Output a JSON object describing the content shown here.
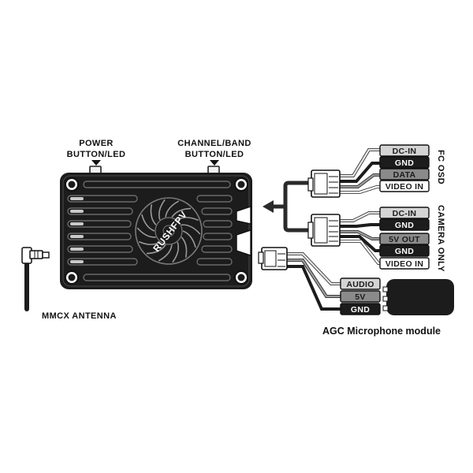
{
  "labels": {
    "power_line1": "POWER",
    "power_line2": "BUTTON/LED",
    "channel_line1": "CHANNEL/BAND",
    "channel_line2": "BUTTON/LED",
    "antenna": "MMCX ANTENNA",
    "brand": "RUSHFPV",
    "fc_osd": "FC OSD",
    "camera_only": "CAMERA ONLY",
    "mic_module": "AGC Microphone module"
  },
  "fc_osd_pins": [
    "DC-IN",
    "GND",
    "DATA",
    "VIDEO IN"
  ],
  "camera_pins": [
    "DC-IN",
    "GND",
    "5V OUT",
    "GND",
    "VIDEO IN"
  ],
  "mic_pins": [
    "AUDIO",
    "5V",
    "GND"
  ],
  "colors": {
    "dark": "#1c1c1c",
    "mid_gray": "#8a8a8a",
    "light_gray": "#d4d4d4",
    "white": "#ffffff"
  }
}
